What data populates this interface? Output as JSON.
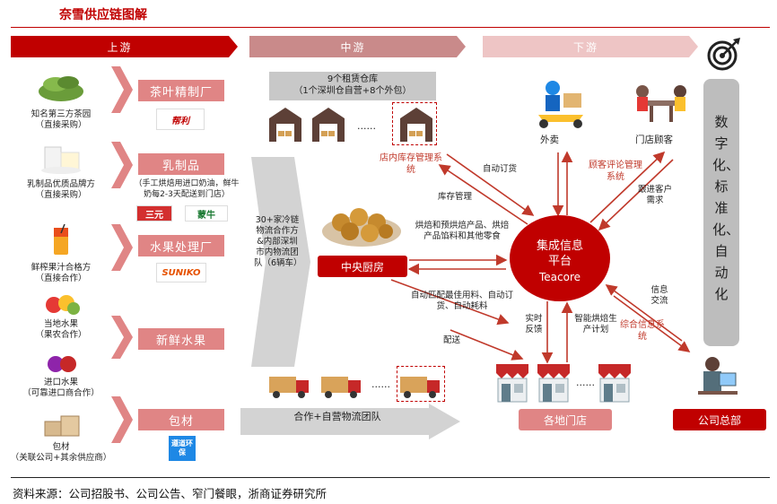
{
  "title": "奈雪供应链图解",
  "source": "资料来源：公司招股书、公司公告、窄门餐眼，浙商证券研究所",
  "stages": {
    "upstream": "上游",
    "midstream": "中游",
    "downstream": "下游"
  },
  "upstream": {
    "sources": [
      {
        "name": "知名第三方茶园",
        "note": "（直接采购）"
      },
      {
        "name": "乳制品优质品牌方",
        "note": "（直接采购）"
      },
      {
        "name": "鲜榨果汁合格方",
        "note": "（直接合作）"
      },
      {
        "name": "当地水果",
        "note": "（果农合作）"
      },
      {
        "name": "进口水果",
        "note": "（可靠进口商合作）"
      },
      {
        "name": "包材",
        "note": "（关联公司+其余供应商）"
      }
    ],
    "categories": [
      "茶叶精制厂",
      "乳制品",
      "水果处理厂",
      "新鲜水果",
      "包材"
    ],
    "dairy_note": "（手工烘焙用进口奶油，鲜牛奶每2-3天配送到门店）",
    "logos": [
      "帮利",
      "三元",
      "蒙牛",
      "SUNIKO",
      "遵道环保"
    ]
  },
  "midstream": {
    "warehouse_title": "9个租赁仓库",
    "warehouse_sub": "（1个深圳仓自营+8个外包）",
    "dots": "......",
    "inventory_system": "店内库存管理系统",
    "logistics": "30+家冷链物流合作方&内部深圳市内物流团队（6辆车）",
    "central_kitchen": "中央厨房",
    "fleet_label": "合作+自营物流团队"
  },
  "center": {
    "title": "集成信息平台",
    "sub": "Teacore"
  },
  "downstream": {
    "takeout": "外卖",
    "store_customers": "门店顾客",
    "review_system": "顾客评论管理系统",
    "follow": "跟进客户需求",
    "stores": "各地门店",
    "hq": "公司总部",
    "integrated": "综合信息系统",
    "info_exchange": "信息交流",
    "strategy": "数字化、标准化、自动化"
  },
  "flows": {
    "auto_order": "自动订货",
    "inventory_mgmt": "库存管理",
    "bake_products": "烘焙和预烘焙产品、烘焙产品馅料和其他零食",
    "auto_match": "自动匹配最佳用料、自动订货、自动耗料",
    "delivery": "配送",
    "realtime": "实时反馈",
    "smart_plan": "智能烘焙生产计划"
  },
  "colors": {
    "red": "#c00000",
    "pink": "#e08585",
    "gray": "#c8c8c8"
  }
}
